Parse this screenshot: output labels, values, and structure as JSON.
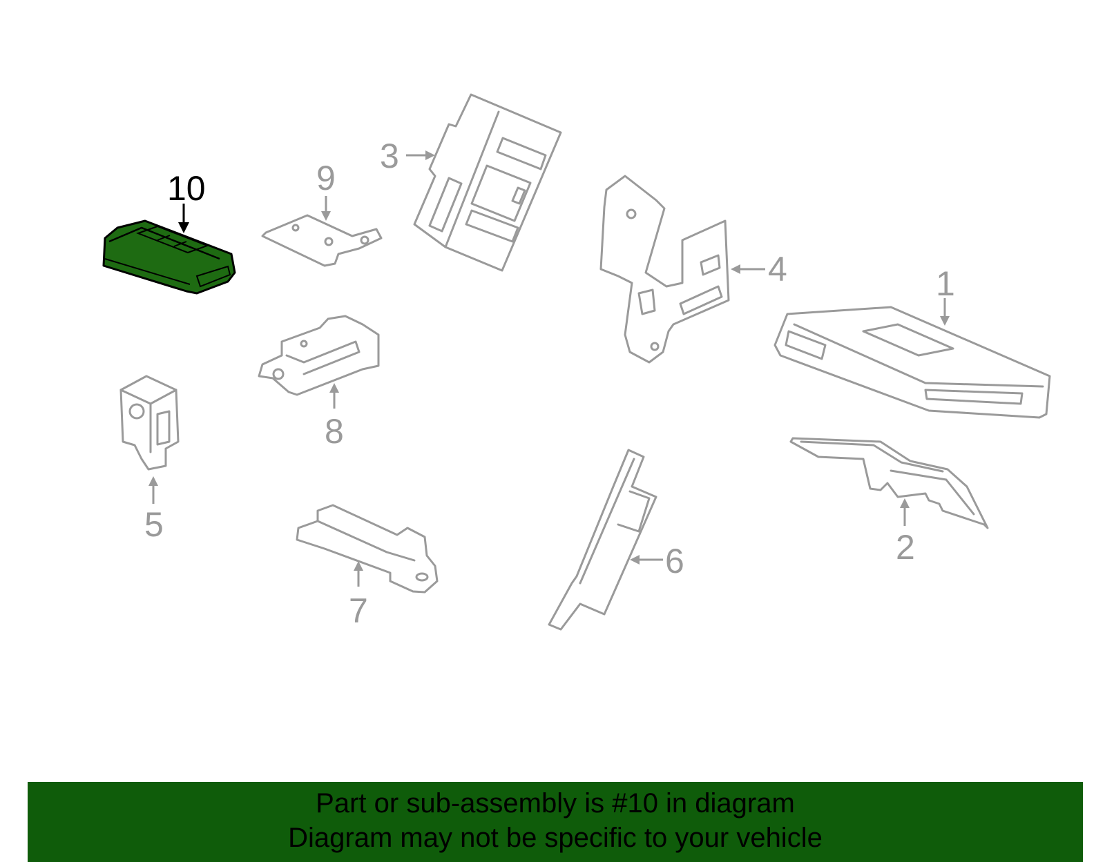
{
  "callouts": {
    "p1": "1",
    "p2": "2",
    "p3": "3",
    "p4": "4",
    "p5": "5",
    "p6": "6",
    "p7": "7",
    "p8": "8",
    "p9": "9",
    "p10": "10"
  },
  "highlighted_part": "10",
  "colors": {
    "highlight_fill": "#1e6b12",
    "part_stroke": "#9a9a9a",
    "banner_bg": "#0f5c0a"
  },
  "banner": {
    "line1": "Part or sub-assembly is #10 in diagram",
    "line2": "Diagram may not be specific to your vehicle"
  }
}
